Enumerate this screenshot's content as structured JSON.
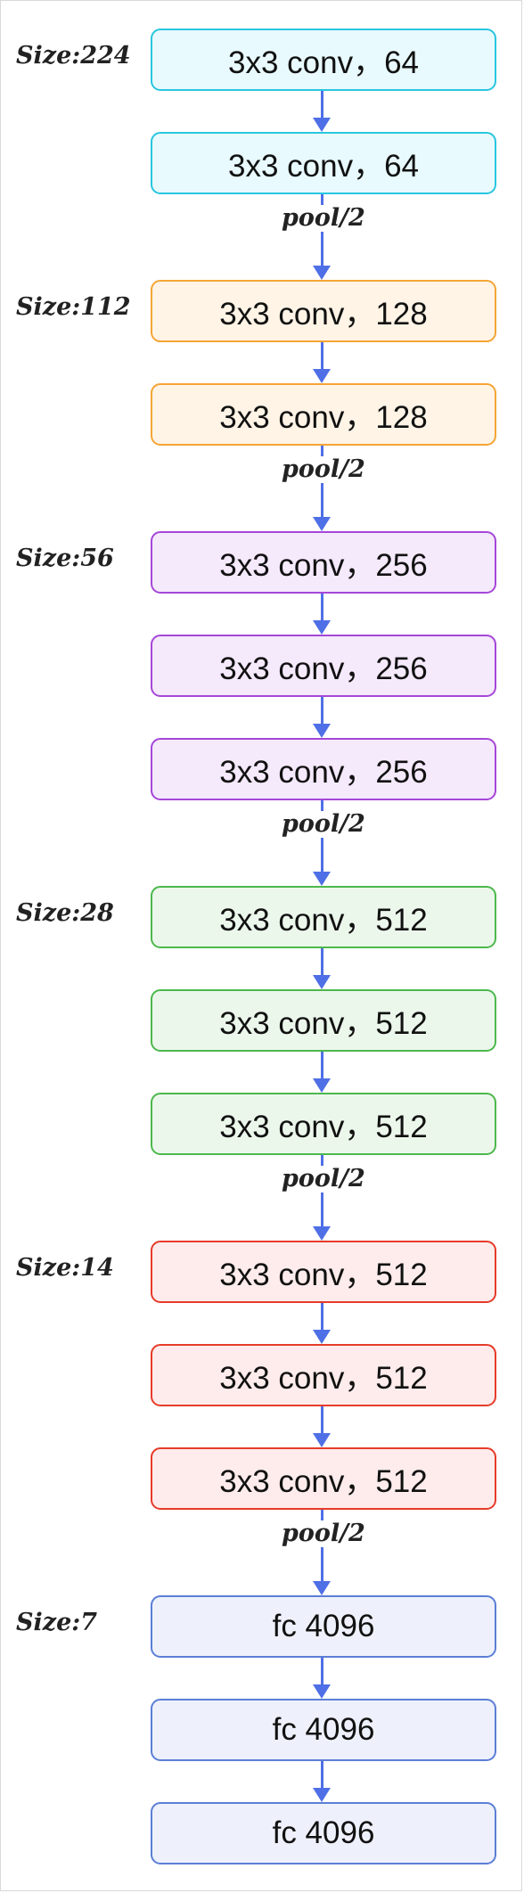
{
  "stages": [
    {
      "size_label": "Size:224",
      "colors": {
        "border": "#29c6e0",
        "fill": "#e8fafd"
      },
      "blocks": [
        "3x3 conv，64",
        "3x3 conv，64"
      ]
    },
    {
      "size_label": "Size:112",
      "colors": {
        "border": "#f5a535",
        "fill": "#fff4e6"
      },
      "blocks": [
        "3x3 conv，128",
        "3x3 conv，128"
      ]
    },
    {
      "size_label": "Size:56",
      "colors": {
        "border": "#a547d8",
        "fill": "#f5e9fc"
      },
      "blocks": [
        "3x3 conv，256",
        "3x3 conv，256",
        "3x3 conv，256"
      ]
    },
    {
      "size_label": "Size:28",
      "colors": {
        "border": "#4cb84c",
        "fill": "#ecf7ec"
      },
      "blocks": [
        "3x3 conv，512",
        "3x3 conv，512",
        "3x3 conv，512"
      ]
    },
    {
      "size_label": "Size:14",
      "colors": {
        "border": "#e63b2a",
        "fill": "#fdeceb"
      },
      "blocks": [
        "3x3 conv，512",
        "3x3 conv，512",
        "3x3 conv，512"
      ]
    },
    {
      "size_label": "Size:7",
      "colors": {
        "border": "#5b7ed6",
        "fill": "#eef1fb"
      },
      "blocks": [
        "fc 4096",
        "fc 4096",
        "fc 4096"
      ]
    }
  ],
  "pool_label": "pool/2",
  "arrow_color": "#4f6fe6"
}
